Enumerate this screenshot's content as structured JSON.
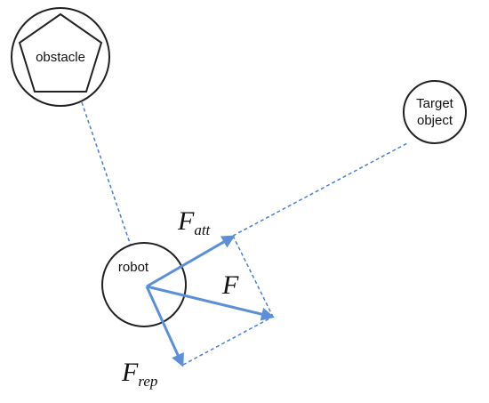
{
  "nodes": {
    "obstacle": {
      "label": "obstacle"
    },
    "target": {
      "label_line1": "Target",
      "label_line2": "object"
    },
    "robot": {
      "label": "robot"
    }
  },
  "forces": {
    "attractive": {
      "symbol": "F",
      "subscript": "att"
    },
    "resultant": {
      "symbol": "F"
    },
    "repulsive": {
      "symbol": "F",
      "subscript": "rep"
    }
  },
  "colors": {
    "arrow": "#5b8fd8",
    "dashed": "#4a7fd4",
    "outline": "#222222"
  }
}
